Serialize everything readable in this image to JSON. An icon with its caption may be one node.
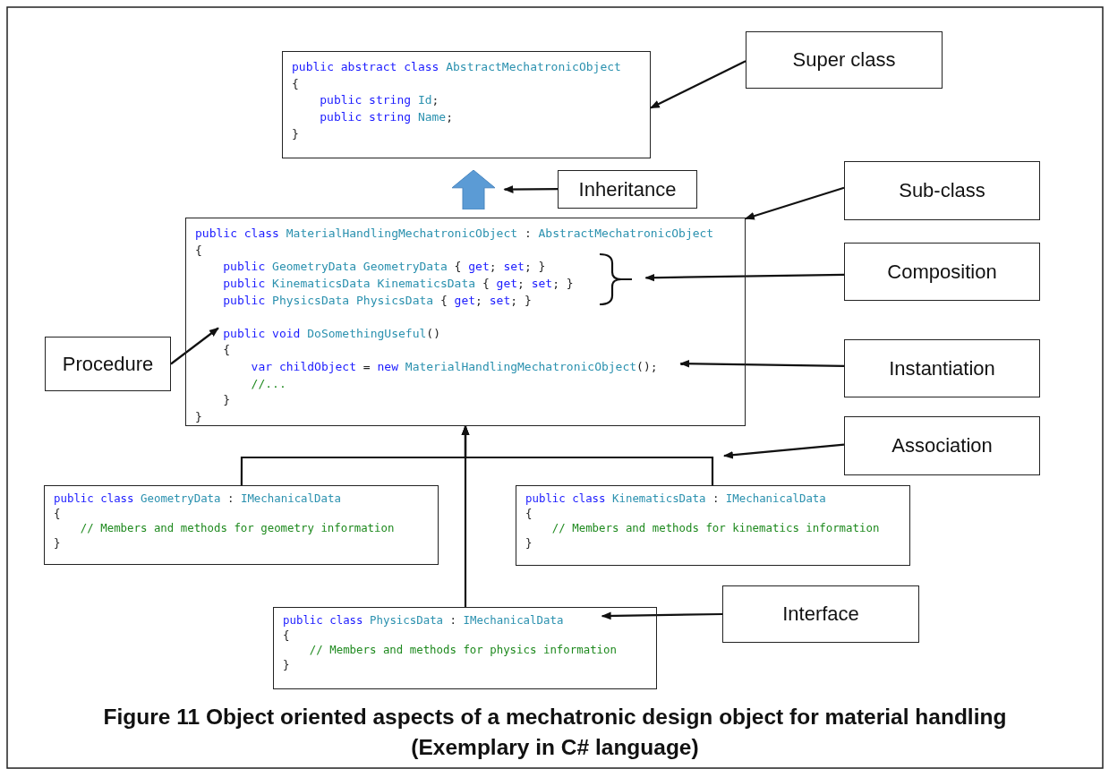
{
  "diagram": {
    "caption": "Figure 11 Object oriented aspects of a mechatronic design object for material handling (Exemplary in C# language)",
    "nodes": [
      {
        "text": [
          "public abstract class AbstractMechatronicObject",
          "{",
          "public string Id;",
          "public string Name;",
          "}"
        ]
      },
      {
        "text": [
          "Super class"
        ]
      },
      {
        "text": [],
        "shape": "arrow"
      },
      {
        "text": [
          "Inheritance"
        ]
      },
      {
        "text": [
          "Sub-class"
        ]
      },
      {
        "text": [
          "public class MaterialHandlingMechatronicObject : AbstractMechatronicObject",
          "{",
          "public GeometryData GeometryData { get; set; }",
          "public KinematicsData KinematicsData { get; set; }",
          "public PhysicsData PhysicsData { get; set; }",
          "public void DoSomethingUseful()",
          "{",
          "var childObject = new MaterialHandlingMechatronicObject();",
          "//...",
          "}",
          "}"
        ]
      },
      {
        "text": [
          "Composition"
        ]
      },
      {
        "text": [],
        "shape": "brace",
        "in": 5
      },
      {
        "text": [
          "Procedure"
        ]
      },
      {
        "text": [
          "Instantiation"
        ]
      },
      {
        "text": [
          "Association"
        ]
      },
      {
        "text": [
          "public class GeometryData : IMechanicalData",
          "{",
          "// Members and methods for geometry information",
          "}"
        ]
      },
      {
        "text": [
          "public class KinematicsData : IMechanicalData",
          "{",
          "// Members and methods for kinematics information",
          "}"
        ]
      },
      {
        "text": [
          "public class PhysicsData : IMechanicalData",
          "{",
          "// Members and methods for physics information",
          "}"
        ]
      },
      {
        "text": [
          "Interface"
        ]
      }
    ],
    "edges": [
      {
        "from": 1,
        "to": 0,
        "arrow": "to"
      },
      {
        "from": 3,
        "to": 2,
        "arrow": "to"
      },
      {
        "from": 4,
        "to": 5,
        "arrow": "to"
      },
      {
        "from": 6,
        "to": 7,
        "arrow": "to"
      },
      {
        "from": 8,
        "to": 5,
        "arrow": "to"
      },
      {
        "from": 9,
        "to": 5,
        "arrow": "to"
      },
      {
        "from": 10,
        "to": 5,
        "arrow": "to"
      },
      {
        "from": 11,
        "to": 5,
        "arrow": "to"
      },
      {
        "from": 12,
        "to": 5,
        "arrow": "to"
      },
      {
        "from": 13,
        "to": 5,
        "arrow": "to"
      },
      {
        "from": 14,
        "to": 13,
        "arrow": "to"
      }
    ]
  }
}
